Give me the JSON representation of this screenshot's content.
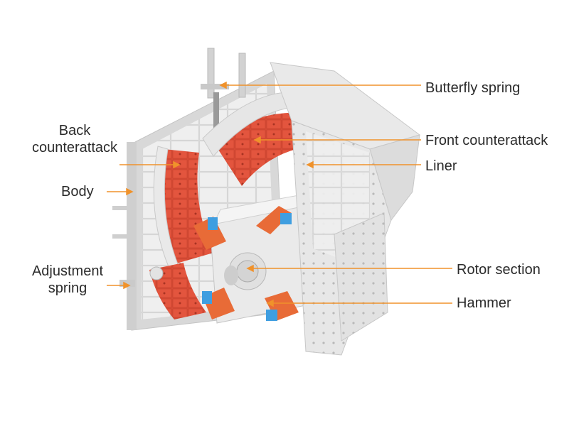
{
  "colors": {
    "leader": "#f0922b",
    "steel_light": "#eeeeee",
    "steel_mid": "#dcdcdc",
    "steel_dark": "#bdbdbd",
    "liner_red": "#e3553e",
    "liner_red_dark": "#c8412c",
    "hammer_orange": "#e86b37",
    "hammer_blue": "#3f9ee0",
    "text": "#2b2b2b"
  },
  "labels": {
    "butterfly_spring": "Butterfly spring",
    "front_counterattack": "Front counterattack",
    "liner": "Liner",
    "rotor_section": "Rotor section",
    "hammer": "Hammer",
    "back_counterattack": [
      "Back",
      "counterattack"
    ],
    "body": "Body",
    "adjustment_spring": [
      "Adjustment",
      "spring"
    ]
  }
}
